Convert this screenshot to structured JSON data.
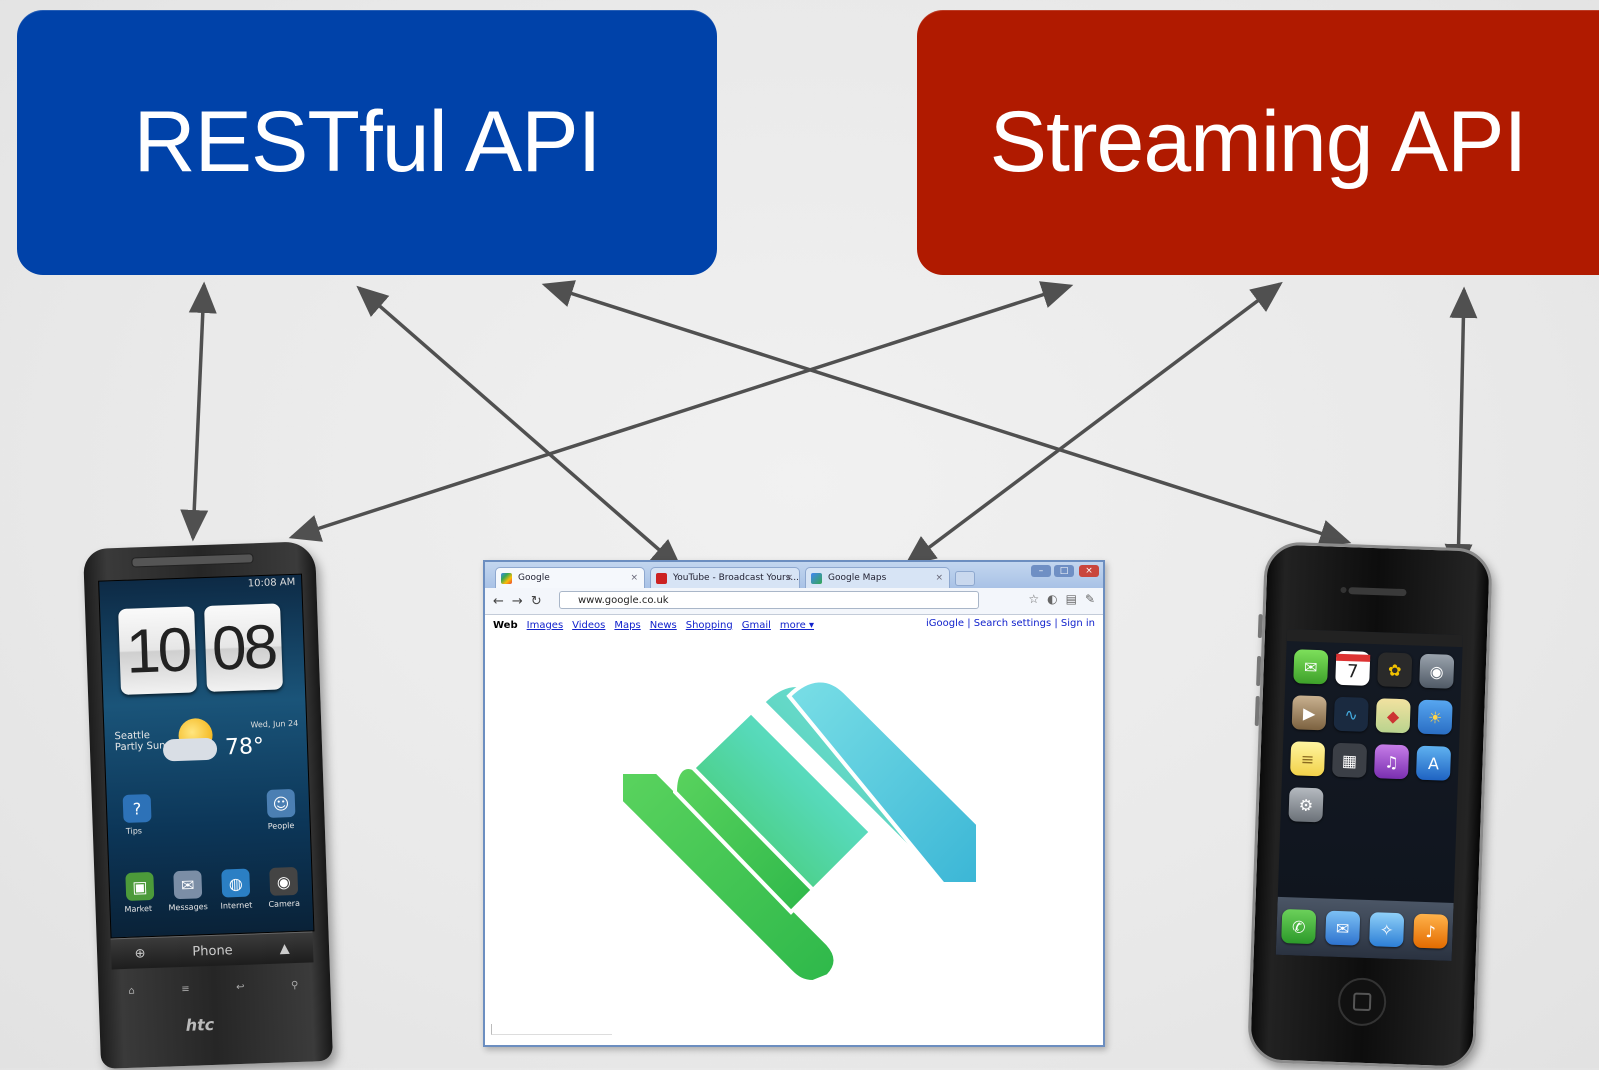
{
  "boxes": {
    "rest": {
      "label": "RESTful API",
      "color": "#0042a9"
    },
    "streaming": {
      "label": "Streaming API",
      "color": "#b01a00"
    }
  },
  "htc": {
    "status_time": "10:08 AM",
    "clock_hour": "10",
    "clock_minute": "08",
    "weather_city": "Seattle",
    "weather_desc": "Partly Sunny",
    "temperature": "78°",
    "date": "Wed, Jun 24",
    "apps": [
      "Tips",
      "People",
      "Market",
      "Messages",
      "Internet",
      "Camera"
    ],
    "dock_label": "Phone",
    "brand": "htc"
  },
  "browser": {
    "tabs": [
      {
        "title": "Google"
      },
      {
        "title": "YouTube - Broadcast Yours..."
      },
      {
        "title": "Google Maps"
      }
    ],
    "address": "www.google.co.uk",
    "links": [
      "Images",
      "Videos",
      "Maps",
      "News",
      "Shopping",
      "Gmail",
      "more ▾"
    ],
    "active_link": "Web",
    "right_links": "iGoogle | Search settings | Sign in"
  },
  "iphone": {
    "calendar_day": "7"
  },
  "colors": {
    "arrow": "#505050",
    "logo_green": "#3cc64a",
    "logo_teal": "#3fc9c9",
    "logo_cyan": "#55c9e0"
  }
}
